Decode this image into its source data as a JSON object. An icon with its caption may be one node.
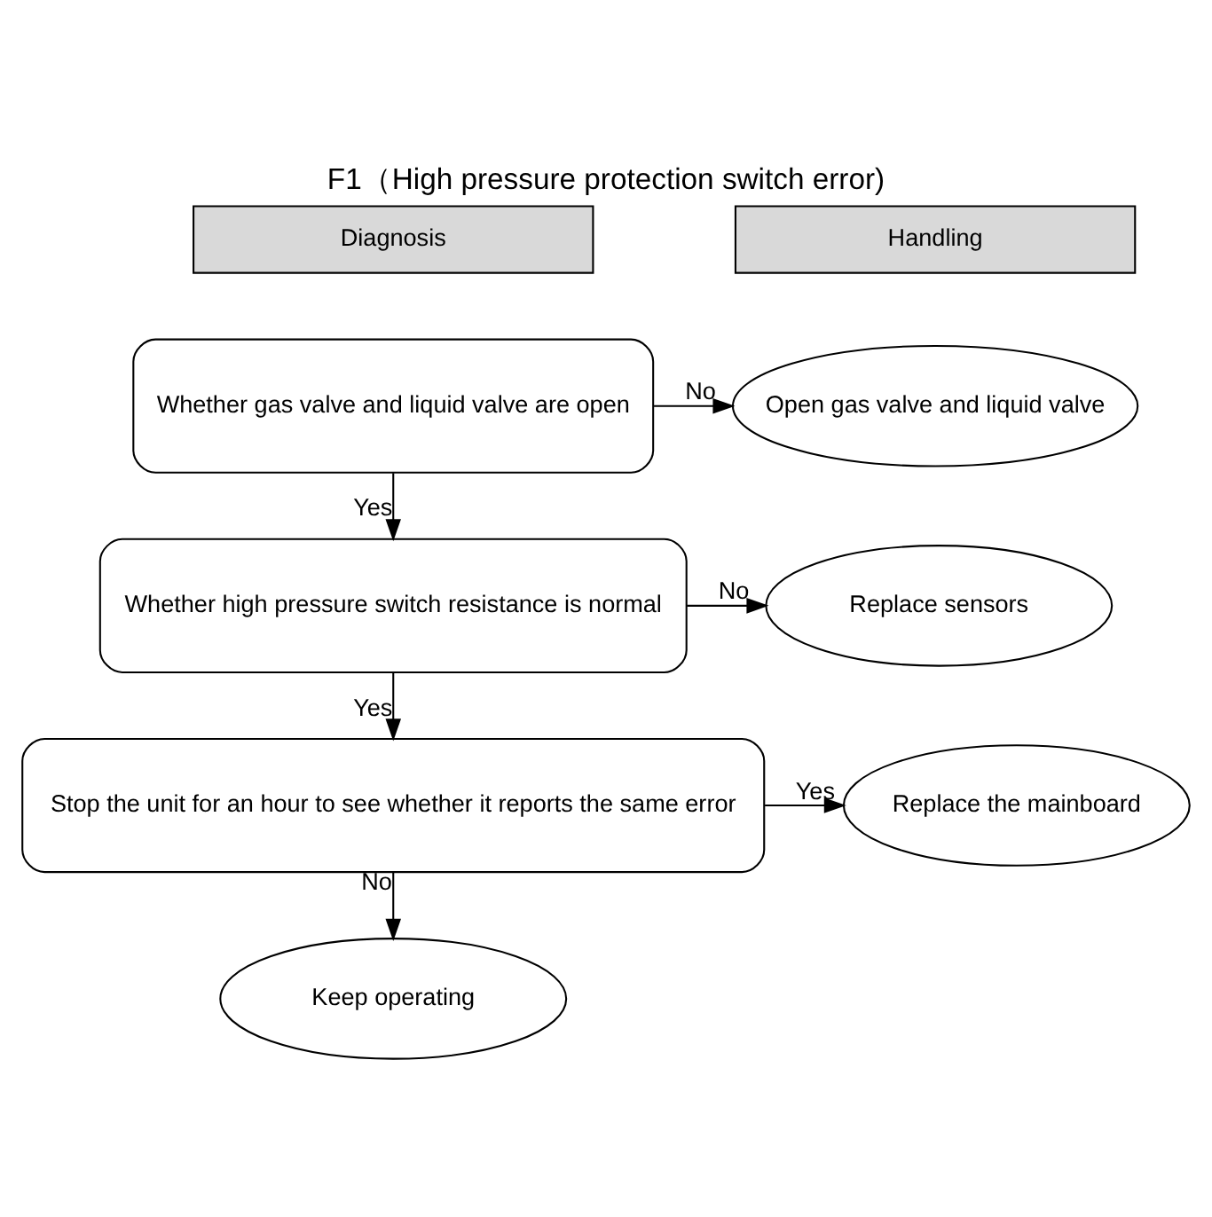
{
  "diagram": {
    "title": "F1（High pressure protection switch error)",
    "nodes": [
      {
        "text": [
          "Whether gas valve and liquid valve are open"
        ]
      },
      {
        "text": [
          "Open gas valve and liquid valve"
        ]
      },
      {
        "text": [
          "Whether high pressure switch resistance is normal"
        ]
      },
      {
        "text": [
          "Replace sensors"
        ]
      },
      {
        "text": [
          "Stop the unit for an hour to see whether it reports the same error"
        ]
      },
      {
        "text": [
          "Replace the mainboard"
        ]
      },
      {
        "text": [
          "Keep operating"
        ]
      }
    ],
    "edges": [
      {
        "from": 0,
        "to": 1,
        "arrow": "to",
        "label": "No"
      },
      {
        "from": 0,
        "to": 2,
        "arrow": "to",
        "label": "Yes"
      },
      {
        "from": 2,
        "to": 3,
        "arrow": "to",
        "label": "No"
      },
      {
        "from": 2,
        "to": 4,
        "arrow": "to",
        "label": "Yes"
      },
      {
        "from": 4,
        "to": 5,
        "arrow": "to",
        "label": "Yes"
      },
      {
        "from": 4,
        "to": 6,
        "arrow": "to",
        "label": "No"
      }
    ],
    "labels": [
      "Diagnosis",
      "Handling"
    ]
  }
}
